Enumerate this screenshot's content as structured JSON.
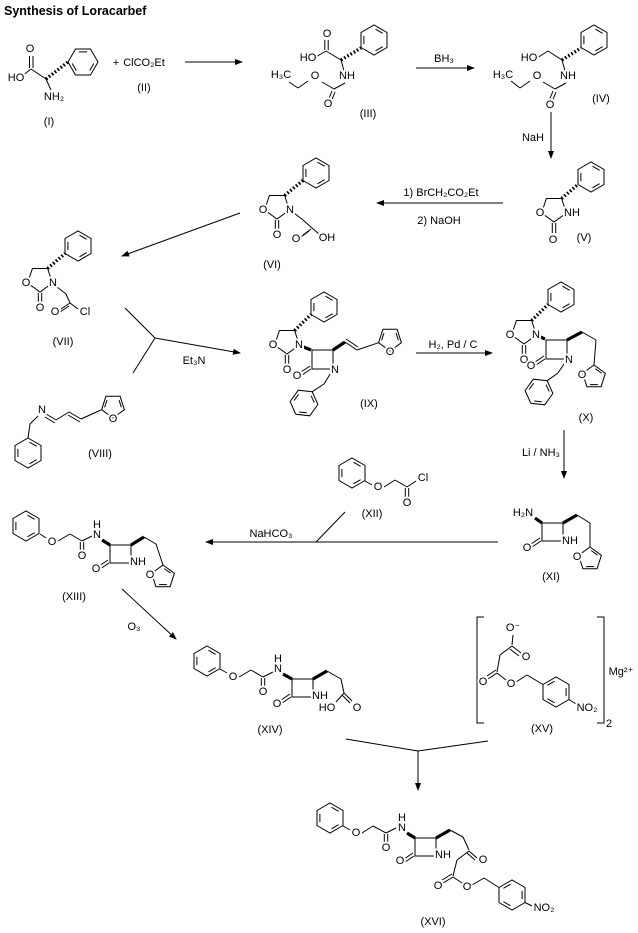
{
  "title": "Synthesis of Loracarbef",
  "reagents": {
    "plus": "+",
    "bh3": "BH₃",
    "nah": "NaH",
    "alkylation1": "1) BrCH₂CO₂Et",
    "alkylation2": "2) NaOH",
    "et3n": "Et₃N",
    "h2pdc": "H₂, Pd / C",
    "linh3": "Li / NH₃",
    "nahco3": "NaHCO₃",
    "o3": "O₃"
  },
  "compounds": {
    "I": {
      "label": "(I)",
      "atoms": [
        "HO",
        "O",
        "NH₂"
      ]
    },
    "II": {
      "label": "(II)",
      "formula": "ClCO₂Et"
    },
    "III": {
      "label": "(III)",
      "atoms": [
        "HO",
        "O",
        "H₃C",
        "O",
        "NH",
        "O"
      ]
    },
    "IV": {
      "label": "(IV)",
      "atoms": [
        "HO",
        "H₃C",
        "O",
        "NH",
        "O"
      ]
    },
    "V": {
      "label": "(V)",
      "atoms": [
        "O",
        "NH",
        "O"
      ]
    },
    "VI": {
      "label": "(VI)",
      "atoms": [
        "O",
        "N",
        "O",
        "O",
        "OH"
      ]
    },
    "VII": {
      "label": "(VII)",
      "atoms": [
        "O",
        "N",
        "O",
        "O",
        "Cl"
      ]
    },
    "VIII": {
      "label": "(VIII)",
      "atoms": [
        "N",
        "O"
      ]
    },
    "IX": {
      "label": "(IX)",
      "atoms": [
        "O",
        "N",
        "O",
        "N",
        "O",
        "O"
      ]
    },
    "X": {
      "label": "(X)",
      "atoms": [
        "O",
        "N",
        "O",
        "N",
        "O",
        "O"
      ]
    },
    "XI": {
      "label": "(XI)",
      "atoms": [
        "H₂N",
        "NH",
        "O",
        "O"
      ]
    },
    "XII": {
      "label": "(XII)",
      "atoms": [
        "O",
        "Cl",
        "O"
      ]
    },
    "XIII": {
      "label": "(XIII)",
      "atoms": [
        "O",
        "O",
        "H",
        "N",
        "NH",
        "O",
        "O"
      ]
    },
    "XIV": {
      "label": "(XIV)",
      "atoms": [
        "O",
        "O",
        "H",
        "N",
        "NH",
        "O",
        "O",
        "HO"
      ]
    },
    "XV": {
      "label": "(XV)",
      "atoms": [
        "O⁻",
        "O",
        "O",
        "O",
        "NO₂"
      ],
      "multiplier": "2",
      "counterion": "Mg²⁺"
    },
    "XVI": {
      "label": "(XVI)",
      "atoms": [
        "O",
        "O",
        "H",
        "N",
        "NH",
        "O",
        "O",
        "O",
        "O",
        "NO₂"
      ]
    }
  }
}
